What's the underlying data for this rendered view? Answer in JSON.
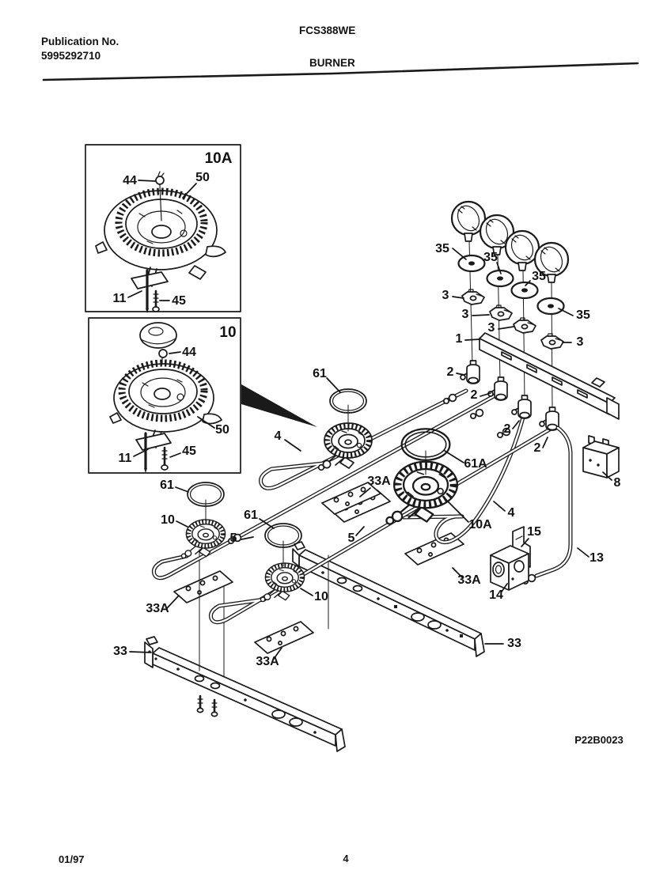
{
  "header": {
    "publication_label": "Publication No.",
    "publication_number": "5995292710",
    "model": "FCS388WE",
    "section_title": "BURNER"
  },
  "footer": {
    "issue_date": "01/97",
    "page_number": "4",
    "diagram_code": "P22B0023"
  },
  "insets": {
    "large_burner_box_label": "10A",
    "small_burner_box_label": "10"
  },
  "part_labels": {
    "manifold": "1",
    "valve": "2",
    "ignition_switch": "3",
    "rear_tube": "4",
    "front_tube": "5",
    "spark_module": "8",
    "burner_small": "10",
    "burner_large": "10A",
    "orifice_holder": "11",
    "regulator_tube": "13",
    "pressure_regulator": "14",
    "regulator_bracket": "15",
    "support_rail": "33",
    "burner_box_plate": "33A",
    "knob_bezel": "35",
    "electrode": "44",
    "screw": "45",
    "burner_head": "50",
    "burner_ring": "61",
    "burner_ring_large": "61A"
  }
}
